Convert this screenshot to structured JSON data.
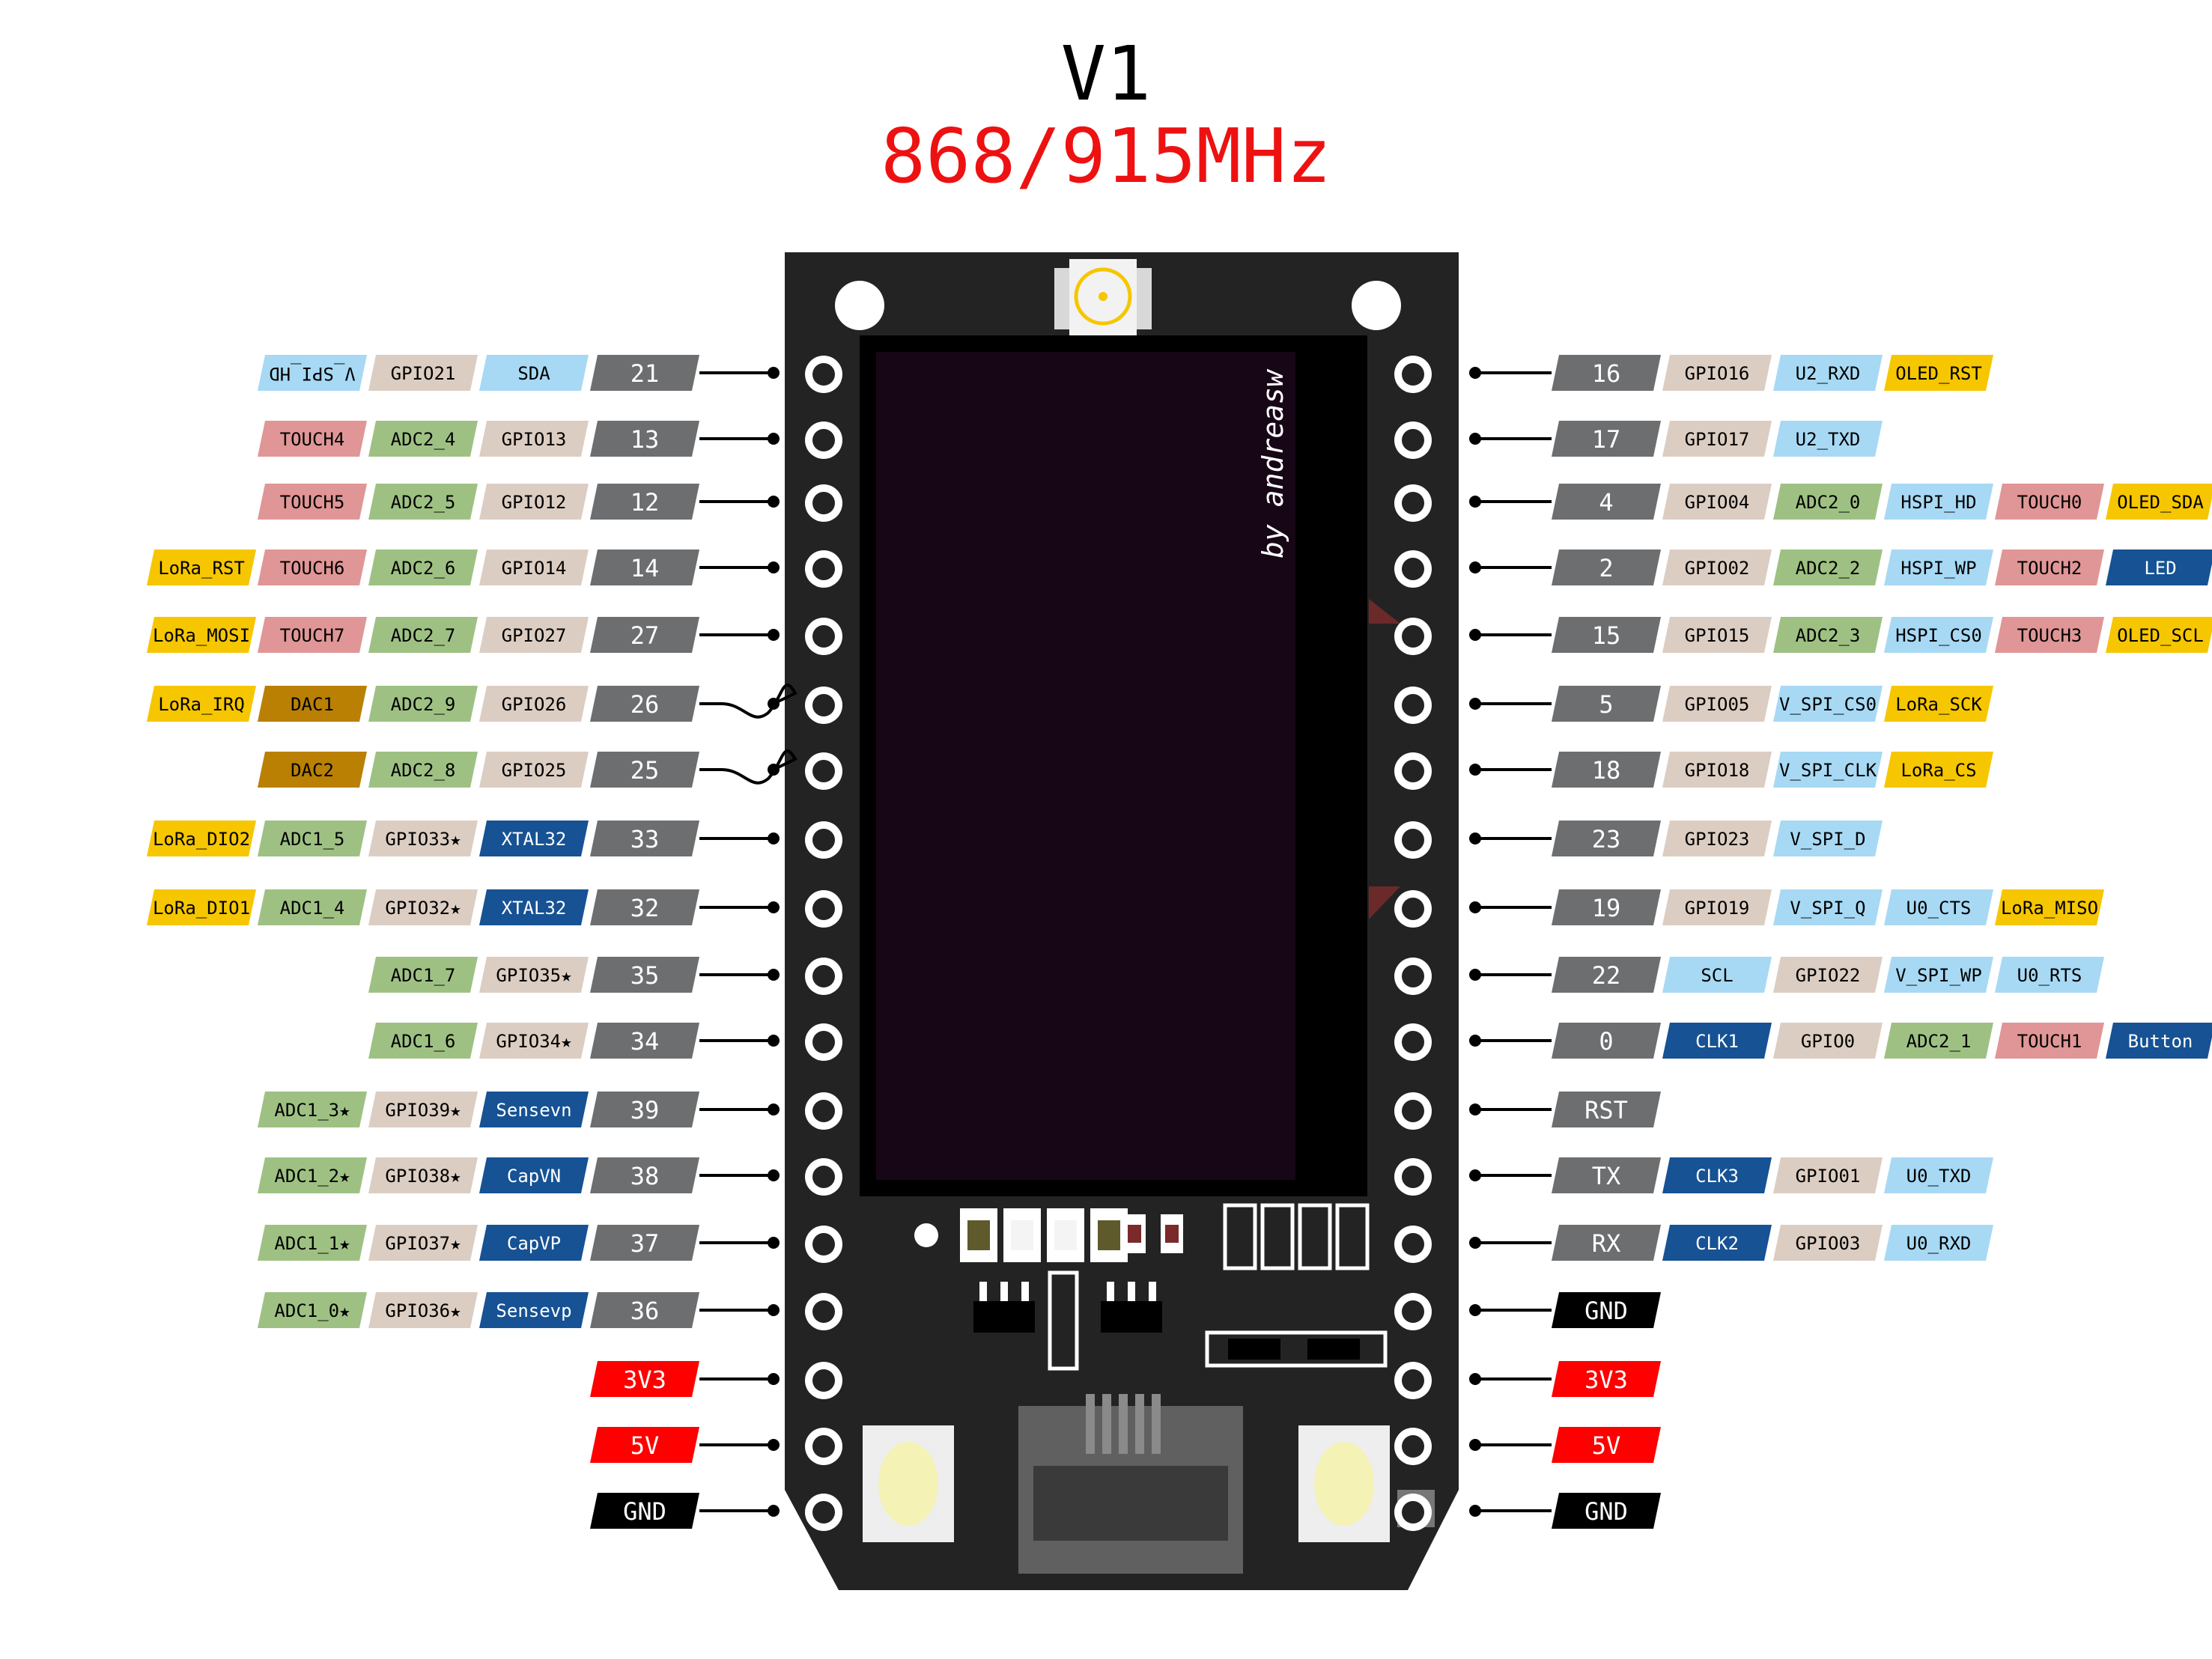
{
  "title": "V1",
  "subtitle": "868/915MHz",
  "credit": "by andreasw",
  "colors": {
    "pin": "#6d6e70",
    "gpio": "#dccdc2",
    "adc": "#9ec183",
    "touch": "#e09696",
    "lora": "#f6c600",
    "spi": "#a7d9f4",
    "blue": "#165294",
    "dac": "#b98004",
    "power": "#ff0000",
    "gnd": "#000000"
  },
  "left_pins": [
    {
      "pin": "21",
      "labels": [
        [
          "V_SPI_HD",
          "spi"
        ],
        [
          "GPIO21",
          "gpio"
        ],
        [
          "SDA",
          "spi"
        ]
      ]
    },
    {
      "pin": "13",
      "labels": [
        [
          "TOUCH4",
          "touch"
        ],
        [
          "ADC2_4",
          "adc"
        ],
        [
          "GPIO13",
          "gpio"
        ]
      ]
    },
    {
      "pin": "12",
      "labels": [
        [
          "TOUCH5",
          "touch"
        ],
        [
          "ADC2_5",
          "adc"
        ],
        [
          "GPIO12",
          "gpio"
        ]
      ]
    },
    {
      "pin": "14",
      "labels": [
        [
          "LoRa_RST",
          "lora"
        ],
        [
          "TOUCH6",
          "touch"
        ],
        [
          "ADC2_6",
          "adc"
        ],
        [
          "GPIO14",
          "gpio"
        ]
      ]
    },
    {
      "pin": "27",
      "labels": [
        [
          "LoRa_MOSI",
          "lora"
        ],
        [
          "TOUCH7",
          "touch"
        ],
        [
          "ADC2_7",
          "adc"
        ],
        [
          "GPIO27",
          "gpio"
        ]
      ]
    },
    {
      "pin": "26",
      "labels": [
        [
          "LoRa_IRQ",
          "lora"
        ],
        [
          "DAC1",
          "dac"
        ],
        [
          "ADC2_9",
          "adc"
        ],
        [
          "GPIO26",
          "gpio"
        ]
      ],
      "wave": true
    },
    {
      "pin": "25",
      "labels": [
        [
          "DAC2",
          "dac"
        ],
        [
          "ADC2_8",
          "adc"
        ],
        [
          "GPIO25",
          "gpio"
        ]
      ],
      "wave": true
    },
    {
      "pin": "33",
      "labels": [
        [
          "LoRa_DIO2",
          "lora"
        ],
        [
          "ADC1_5",
          "adc"
        ],
        [
          "GPIO33★",
          "gpio"
        ],
        [
          "XTAL32",
          "blue"
        ]
      ]
    },
    {
      "pin": "32",
      "labels": [
        [
          "LoRa_DIO1",
          "lora"
        ],
        [
          "ADC1_4",
          "adc"
        ],
        [
          "GPIO32★",
          "gpio"
        ],
        [
          "XTAL32",
          "blue"
        ]
      ]
    },
    {
      "pin": "35",
      "labels": [
        [
          "ADC1_7",
          "adc"
        ],
        [
          "GPIO35★",
          "gpio"
        ]
      ]
    },
    {
      "pin": "34",
      "labels": [
        [
          "ADC1_6",
          "adc"
        ],
        [
          "GPIO34★",
          "gpio"
        ]
      ]
    },
    {
      "pin": "39",
      "labels": [
        [
          "ADC1_3★",
          "adc"
        ],
        [
          "GPIO39★",
          "gpio"
        ],
        [
          "Sensevn",
          "blue"
        ]
      ]
    },
    {
      "pin": "38",
      "labels": [
        [
          "ADC1_2★",
          "adc"
        ],
        [
          "GPIO38★",
          "gpio"
        ],
        [
          "CapVN",
          "blue"
        ]
      ]
    },
    {
      "pin": "37",
      "labels": [
        [
          "ADC1_1★",
          "adc"
        ],
        [
          "GPIO37★",
          "gpio"
        ],
        [
          "CapVP",
          "blue"
        ]
      ]
    },
    {
      "pin": "36",
      "labels": [
        [
          "ADC1_0★",
          "adc"
        ],
        [
          "GPIO36★",
          "gpio"
        ],
        [
          "Sensevp",
          "blue"
        ]
      ]
    },
    {
      "pin": "3V3",
      "labels": [],
      "kind": "power"
    },
    {
      "pin": "5V",
      "labels": [],
      "kind": "power"
    },
    {
      "pin": "GND",
      "labels": [],
      "kind": "gnd"
    }
  ],
  "right_pins": [
    {
      "pin": "16",
      "labels": [
        [
          "GPIO16",
          "gpio"
        ],
        [
          "U2_RXD",
          "spi"
        ],
        [
          "OLED_RST",
          "lora"
        ]
      ]
    },
    {
      "pin": "17",
      "labels": [
        [
          "GPIO17",
          "gpio"
        ],
        [
          "U2_TXD",
          "spi"
        ]
      ]
    },
    {
      "pin": "4",
      "labels": [
        [
          "GPIO04",
          "gpio"
        ],
        [
          "ADC2_0",
          "adc"
        ],
        [
          "HSPI_HD",
          "spi"
        ],
        [
          "TOUCH0",
          "touch"
        ],
        [
          "OLED_SDA",
          "lora"
        ]
      ]
    },
    {
      "pin": "2",
      "labels": [
        [
          "GPIO02",
          "gpio"
        ],
        [
          "ADC2_2",
          "adc"
        ],
        [
          "HSPI_WP",
          "spi"
        ],
        [
          "TOUCH2",
          "touch"
        ],
        [
          "LED",
          "blue"
        ]
      ]
    },
    {
      "pin": "15",
      "labels": [
        [
          "GPIO15",
          "gpio"
        ],
        [
          "ADC2_3",
          "adc"
        ],
        [
          "HSPI_CS0",
          "spi"
        ],
        [
          "TOUCH3",
          "touch"
        ],
        [
          "OLED_SCL",
          "lora"
        ]
      ]
    },
    {
      "pin": "5",
      "labels": [
        [
          "GPIO05",
          "gpio"
        ],
        [
          "V_SPI_CS0",
          "spi"
        ],
        [
          "LoRa_SCK",
          "lora"
        ]
      ]
    },
    {
      "pin": "18",
      "labels": [
        [
          "GPIO18",
          "gpio"
        ],
        [
          "V_SPI_CLK",
          "spi"
        ],
        [
          "LoRa_CS",
          "lora"
        ]
      ]
    },
    {
      "pin": "23",
      "labels": [
        [
          "GPIO23",
          "gpio"
        ],
        [
          "V_SPI_D",
          "spi"
        ]
      ]
    },
    {
      "pin": "19",
      "labels": [
        [
          "GPIO19",
          "gpio"
        ],
        [
          "V_SPI_Q",
          "spi"
        ],
        [
          "U0_CTS",
          "spi"
        ],
        [
          "LoRa_MISO",
          "lora"
        ]
      ]
    },
    {
      "pin": "22",
      "labels": [
        [
          "SCL",
          "spi"
        ],
        [
          "GPIO22",
          "gpio"
        ],
        [
          "V_SPI_WP",
          "spi"
        ],
        [
          "U0_RTS",
          "spi"
        ]
      ]
    },
    {
      "pin": "0",
      "labels": [
        [
          "CLK1",
          "blue"
        ],
        [
          "GPIO0",
          "gpio"
        ],
        [
          "ADC2_1",
          "adc"
        ],
        [
          "TOUCH1",
          "touch"
        ],
        [
          "Button",
          "blue"
        ]
      ]
    },
    {
      "pin": "RST",
      "labels": []
    },
    {
      "pin": "TX",
      "labels": [
        [
          "CLK3",
          "blue"
        ],
        [
          "GPIO01",
          "gpio"
        ],
        [
          "U0_TXD",
          "spi"
        ]
      ]
    },
    {
      "pin": "RX",
      "labels": [
        [
          "CLK2",
          "blue"
        ],
        [
          "GPIO03",
          "gpio"
        ],
        [
          "U0_RXD",
          "spi"
        ]
      ]
    },
    {
      "pin": "GND",
      "labels": [],
      "kind": "gnd"
    },
    {
      "pin": "3V3",
      "labels": [],
      "kind": "power"
    },
    {
      "pin": "5V",
      "labels": [],
      "kind": "power"
    },
    {
      "pin": "GND",
      "labels": [],
      "kind": "gnd"
    }
  ]
}
